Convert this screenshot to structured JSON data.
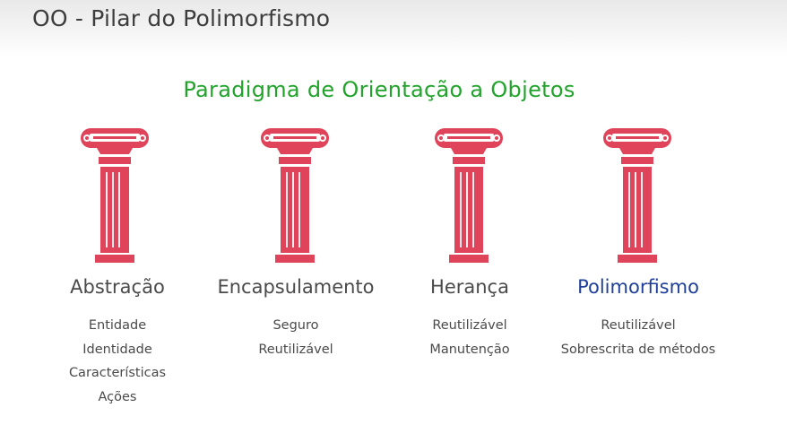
{
  "slide": {
    "title": "OO - Pilar do Polimorfismo",
    "heading": "Paradigma de Orientação a Objetos"
  },
  "colors": {
    "pillar": "#e0445a",
    "heading": "#22a32c",
    "highlight": "#1f3f9a",
    "text": "#4a4a4a"
  },
  "pillars": [
    {
      "name": "Abstração",
      "icon": "column-icon",
      "items": [
        "Entidade",
        "Identidade",
        "Características",
        "Ações"
      ]
    },
    {
      "name": "Encapsulamento",
      "icon": "column-icon",
      "items": [
        "Seguro",
        "Reutilizável"
      ]
    },
    {
      "name": "Herança",
      "icon": "column-icon",
      "items": [
        "Reutilizável",
        "Manutenção"
      ]
    },
    {
      "name": "Polimorfismo",
      "icon": "column-icon",
      "highlighted": true,
      "items": [
        "Reutilizável",
        "Sobrescrita de métodos"
      ]
    }
  ]
}
